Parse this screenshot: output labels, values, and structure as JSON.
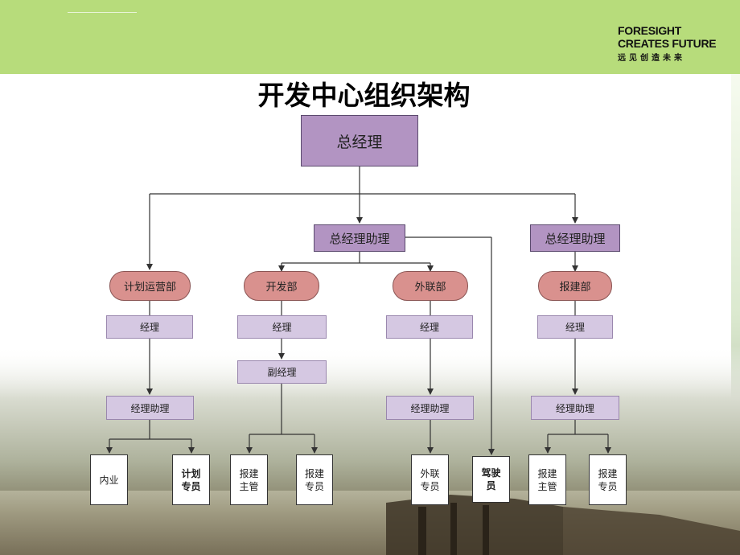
{
  "brand": {
    "line1": "FORESIGHT",
    "line2": "CREATES FUTURE",
    "line3": "远见创造未来"
  },
  "title": "开发中心组织架构",
  "nodes": {
    "gm": "总经理",
    "gm_assistant_left": "总经理助理",
    "gm_assistant_right": "总经理助理",
    "dept_plan": "计划运营部",
    "dept_dev": "开发部",
    "dept_liaison": "外联部",
    "dept_permit": "报建部",
    "plan_manager": "经理",
    "dev_manager": "经理",
    "liaison_manager": "经理",
    "permit_manager": "经理",
    "dev_deputy": "副经理",
    "plan_assistant": "经理助理",
    "liaison_assistant": "经理助理",
    "permit_assistant": "经理助理",
    "leaf_internal": "内业",
    "leaf_plan_specialist": "计划\n专员",
    "leaf_dev_permit_supervisor": "报建\n主管",
    "leaf_dev_permit_specialist": "报建\n专员",
    "leaf_liaison_specialist": "外联\n专员",
    "leaf_driver": "驾驶\n员",
    "leaf_permit_supervisor": "报建\n主管",
    "leaf_permit_specialist": "报建\n专员"
  },
  "colors": {
    "band": "#b7dc7b",
    "top_box": "#b294c2",
    "dept_box": "#d9918e",
    "role_box": "#d5c8e2"
  }
}
